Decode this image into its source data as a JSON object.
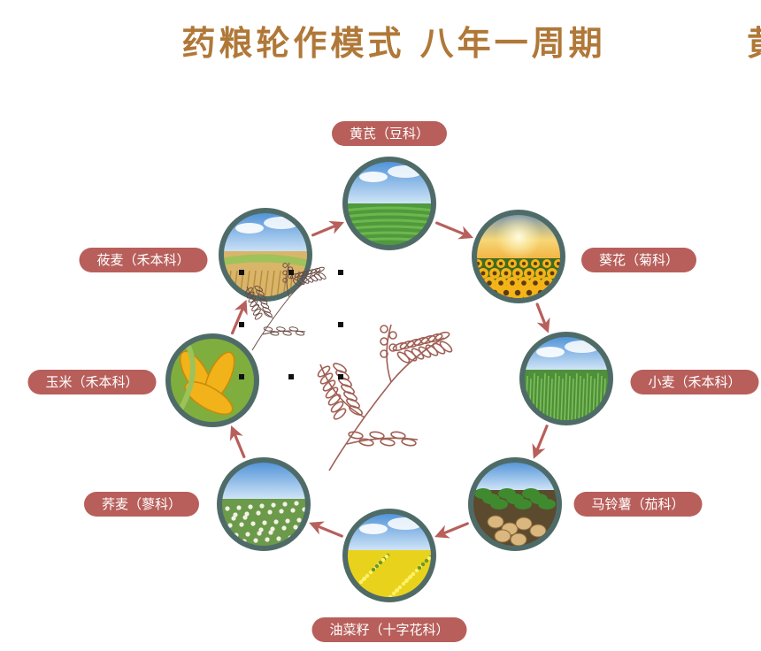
{
  "title": "药粮轮作模式 八年一周期",
  "title_overflow": "黄",
  "colors": {
    "title": "#b07838",
    "label_bg": "#b85f5b",
    "arrow": "#b85f5b",
    "ring": "#4f6b68",
    "sprig": "#a06055"
  },
  "crops": [
    {
      "id": "huangqi",
      "label": "黄芪（豆科）",
      "scene": "legume-field"
    },
    {
      "id": "kuihua",
      "label": "葵花（菊科）",
      "scene": "sunflower-field"
    },
    {
      "id": "xiaomai",
      "label": "小麦（禾本科）",
      "scene": "wheat-field"
    },
    {
      "id": "malingshu",
      "label": "马铃薯（茄科）",
      "scene": "potato-plant"
    },
    {
      "id": "youcaizi",
      "label": "油菜籽（十字花科）",
      "scene": "rapeseed-field"
    },
    {
      "id": "qiaomai",
      "label": "荞麦（蓼科）",
      "scene": "buckwheat-field"
    },
    {
      "id": "yumi",
      "label": "玉米（禾本科）",
      "scene": "corn-cobs"
    },
    {
      "id": "youmai",
      "label": "莜麦（禾本科）",
      "scene": "oat-field"
    }
  ]
}
